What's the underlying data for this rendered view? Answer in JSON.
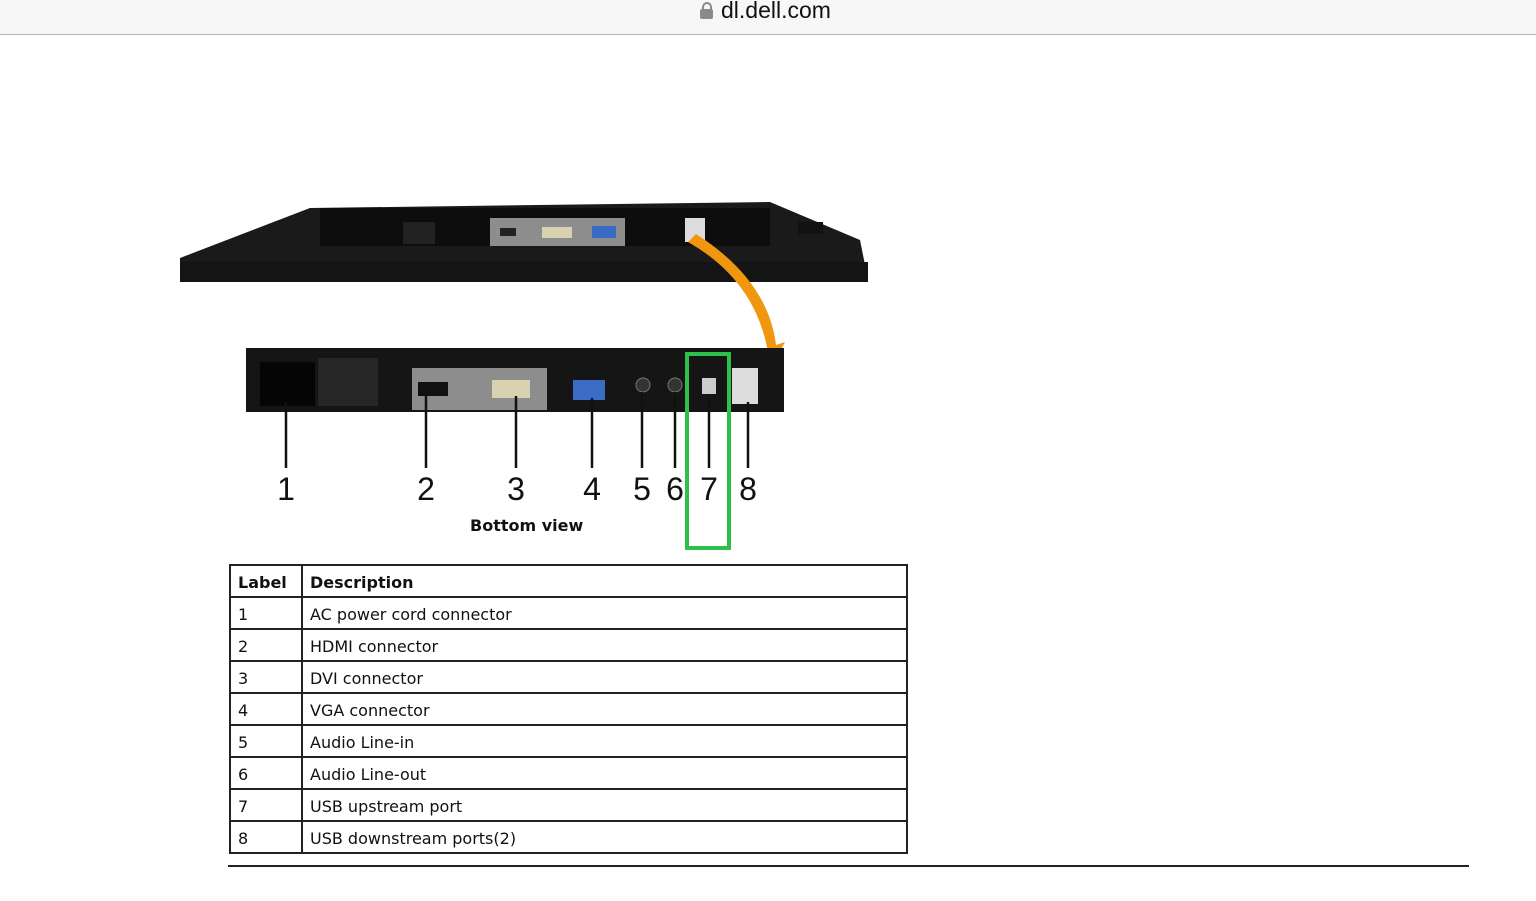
{
  "browser": {
    "url": "dl.dell.com"
  },
  "figure": {
    "caption": "Bottom view",
    "callouts": [
      "1",
      "2",
      "3",
      "4",
      "5",
      "6",
      "7",
      "8"
    ],
    "highlight_color": "#2dc04a",
    "arrow_color": "#f0960f"
  },
  "table": {
    "headers": [
      "Label",
      "Description"
    ],
    "rows": [
      {
        "label": "1",
        "description": "AC power cord connector"
      },
      {
        "label": "2",
        "description": "HDMI connector"
      },
      {
        "label": "3",
        "description": "DVI connector"
      },
      {
        "label": "4",
        "description": "VGA connector"
      },
      {
        "label": "5",
        "description": "Audio Line-in"
      },
      {
        "label": "6",
        "description": "Audio Line-out"
      },
      {
        "label": "7",
        "description": "USB upstream port"
      },
      {
        "label": "8",
        "description": "USB downstream ports(2)"
      }
    ]
  }
}
